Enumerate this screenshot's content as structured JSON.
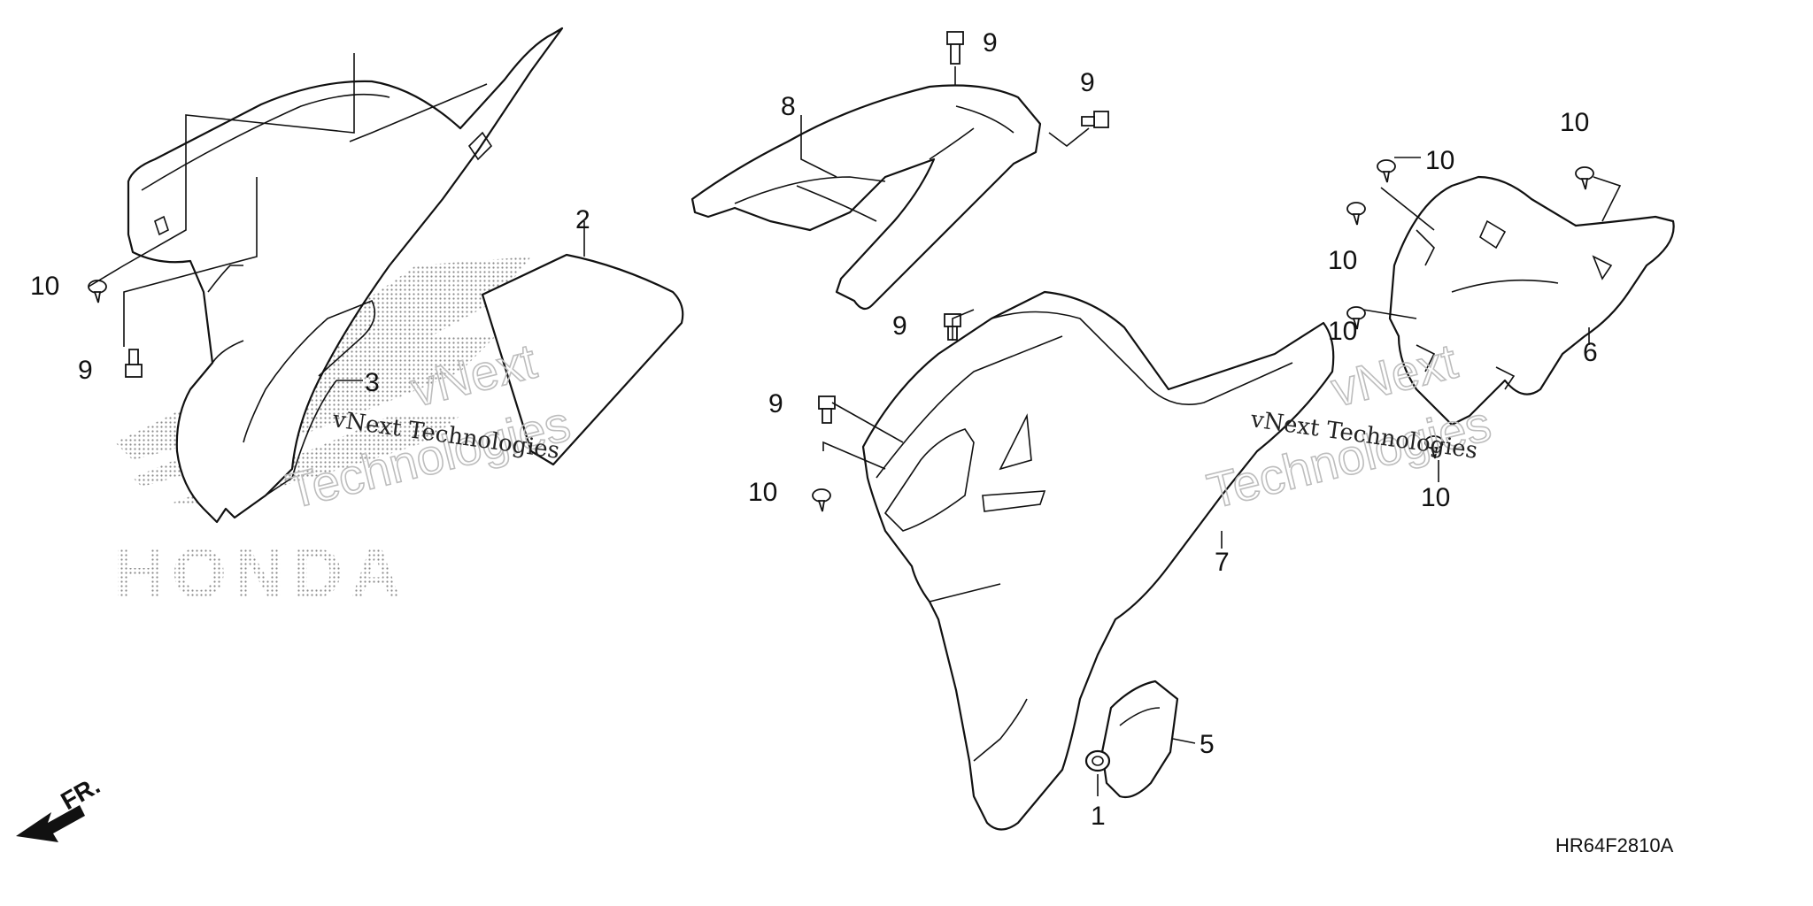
{
  "callouts": {
    "c1": "1",
    "c2": "2",
    "c3": "3",
    "c5": "5",
    "c6": "6",
    "c7": "7",
    "c8": "8",
    "c9a": "9",
    "c9b": "9",
    "c9c": "9",
    "c9d": "9",
    "c9e": "9",
    "c10a": "10",
    "c10b": "10",
    "c10c": "10",
    "c10d": "10",
    "c10e": "10",
    "c10f": "10",
    "c10g": "10"
  },
  "watermark": {
    "text_left": "vNext Technologies",
    "big_left_1": "vNext",
    "big_left_2": "Technologies",
    "text_right": "vNext Technologies",
    "big_right_1": "vNext",
    "big_right_2": "Technologies"
  },
  "logo": {
    "brand_text": "HONDA"
  },
  "front_arrow": {
    "label": "FR."
  },
  "diagram_code": "HR64F2810A"
}
